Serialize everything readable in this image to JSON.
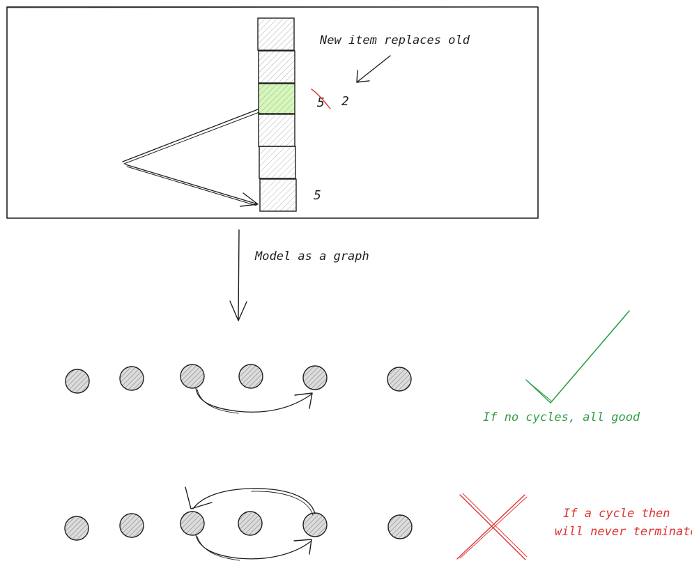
{
  "top_panel": {
    "note": "New item replaces old",
    "old_value": "5",
    "new_value": "2",
    "bottom_value": "5"
  },
  "transition_label": "Model as a graph",
  "acyclic_row": {
    "caption": "If no cycles, all good",
    "node_count": 6
  },
  "cyclic_row": {
    "caption_line1": "If a cycle then",
    "caption_line2": "will never terminate",
    "node_count": 6
  },
  "colors": {
    "ink": "#1e1e1e",
    "highlight_cell": "#b2f2bb",
    "node_fill": "#cfcfcf",
    "good": "#2f9e44",
    "bad": "#e03131"
  },
  "icons": {
    "good": "checkmark-icon",
    "bad": "cross-icon"
  }
}
